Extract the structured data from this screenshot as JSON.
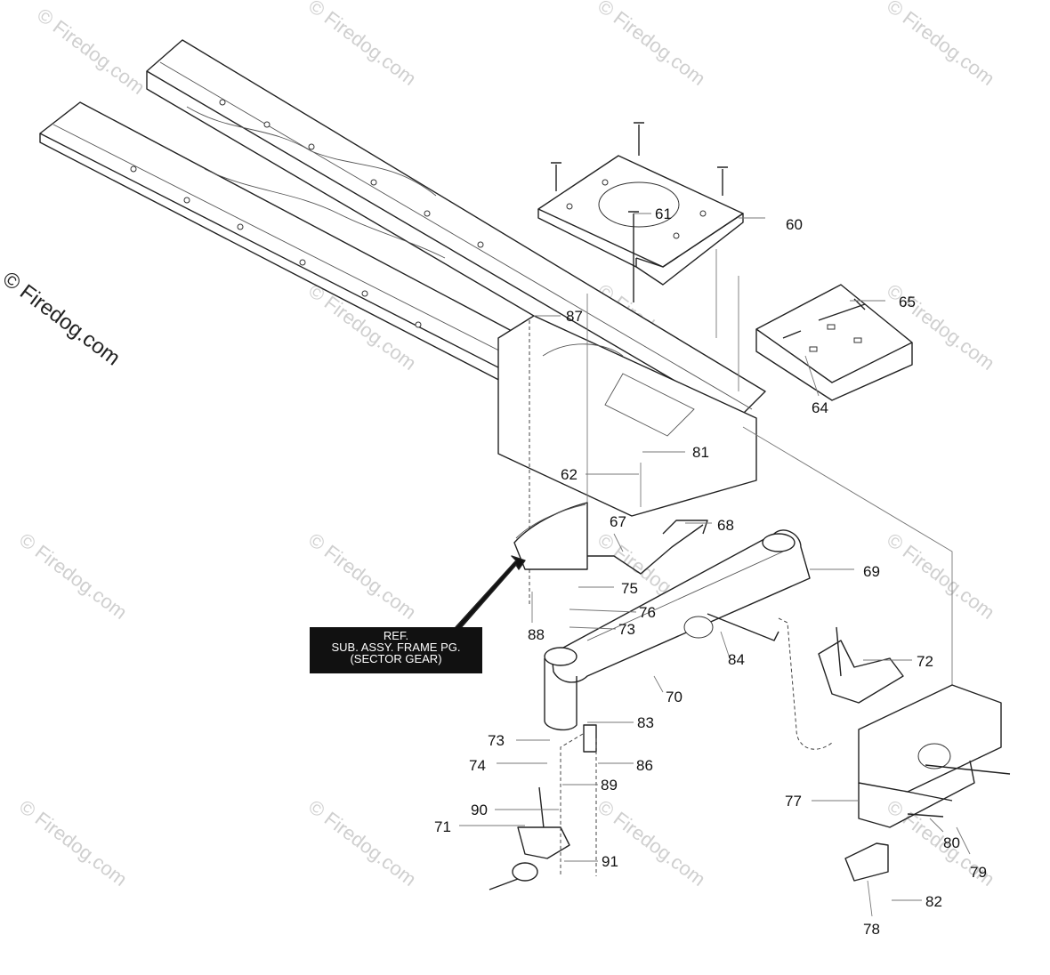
{
  "watermark": "© Firedog.com",
  "side_watermark": "© Firedog.com",
  "ref_box": {
    "line1": "REF.",
    "line2": "SUB. ASSY. FRAME PG.",
    "line3": "(SECTOR GEAR)"
  },
  "callouts": {
    "c60": "60",
    "c61": "61",
    "c62": "62",
    "c64": "64",
    "c65": "65",
    "c67": "67",
    "c68": "68",
    "c69": "69",
    "c70": "70",
    "c71": "71",
    "c72": "72",
    "c73a": "73",
    "c73b": "73",
    "c74": "74",
    "c75": "75",
    "c76": "76",
    "c77": "77",
    "c78": "78",
    "c79": "79",
    "c80": "80",
    "c81": "81",
    "c82": "82",
    "c83": "83",
    "c84": "84",
    "c86": "86",
    "c87": "87",
    "c88": "88",
    "c89": "89",
    "c90": "90",
    "c91": "91"
  }
}
